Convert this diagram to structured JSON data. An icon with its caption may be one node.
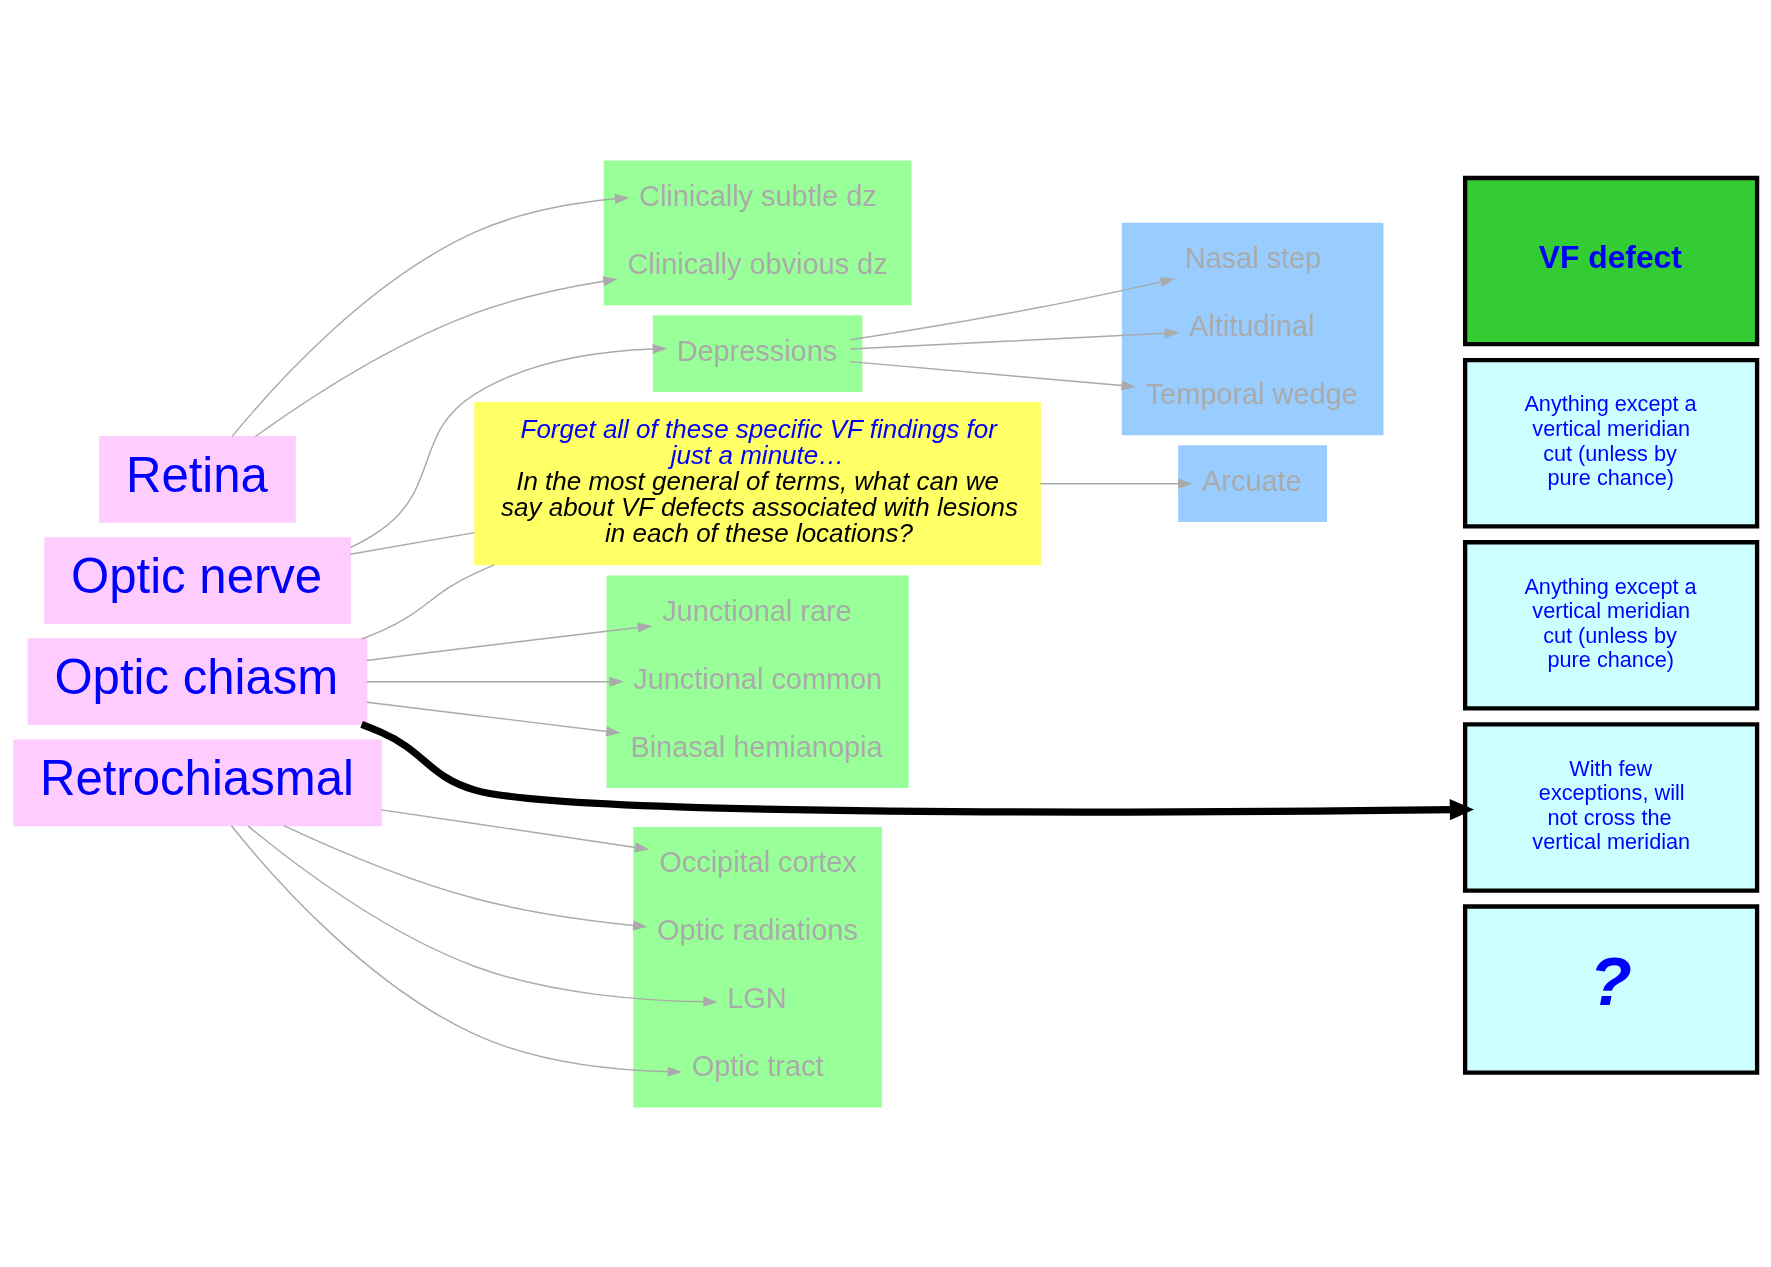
{
  "diagram": {
    "nodes": [
      {
        "text": [
          "Retina"
        ]
      },
      {
        "text": [],
        "shape": "box"
      },
      {
        "text": [
          "Clinically obvious dz"
        ],
        "in": 1
      },
      {
        "text": [
          "Clinically subtle dz"
        ],
        "in": 1
      },
      {
        "text": [
          "Optic nerve"
        ]
      },
      {
        "text": [],
        "shape": "box"
      },
      {
        "text": [
          "Depressions"
        ],
        "in": 5
      },
      {
        "text": [],
        "shape": "box"
      },
      {
        "text": [
          "Nasal step"
        ],
        "in": 7
      },
      {
        "text": [
          "Altitudinal"
        ],
        "in": 7
      },
      {
        "text": [
          "Temporal wedge"
        ],
        "in": 7
      },
      {
        "text": [],
        "shape": "box"
      },
      {
        "text": [
          "Arcuate"
        ],
        "in": 11
      },
      {
        "text": [
          "Optic chiasm"
        ]
      },
      {
        "text": [],
        "shape": "box"
      },
      {
        "text": [
          "Binasal hemianopia"
        ],
        "in": 14
      },
      {
        "text": [
          "Junctional common"
        ],
        "in": 14
      },
      {
        "text": [
          "Junctional rare"
        ],
        "in": 14
      },
      {
        "text": [
          "Retrochiasmal"
        ]
      },
      {
        "text": [],
        "shape": "box"
      },
      {
        "text": [
          "Optic tract"
        ],
        "in": 19
      },
      {
        "text": [
          "LGN"
        ],
        "in": 19
      },
      {
        "text": [
          "Optic radiations"
        ],
        "in": 19
      },
      {
        "text": [
          "Occipital cortex"
        ],
        "in": 19
      },
      {
        "text": [
          "VF defect"
        ]
      },
      {
        "text": [
          "Anything except a vertical meridian cut (unless by pure chance)"
        ]
      },
      {
        "text": [
          "Anything except a vertical meridian cut (unless by pure chance)"
        ]
      },
      {
        "text": [
          "With few exceptions, will not cross the vertical meridian"
        ]
      },
      {
        "text": [
          "?"
        ]
      },
      {
        "text": [
          "Forget all of these specific VF findings for just a minute…",
          "In the most general of terms, what can we say about VF defects associated with lesions in each of these locations?"
        ]
      }
    ],
    "edges": [
      {
        "from": 0,
        "to": 2,
        "arrow": "to"
      },
      {
        "from": 0,
        "to": 3,
        "arrow": "to"
      },
      {
        "from": 4,
        "to": 6,
        "arrow": "to"
      },
      {
        "from": 4,
        "to": 29,
        "arrow": "none"
      },
      {
        "from": 6,
        "to": 8,
        "arrow": "to"
      },
      {
        "from": 6,
        "to": 9,
        "arrow": "to"
      },
      {
        "from": 6,
        "to": 10,
        "arrow": "to"
      },
      {
        "from": 29,
        "to": 12,
        "arrow": "to"
      },
      {
        "from": 13,
        "to": 29,
        "arrow": "none"
      },
      {
        "from": 13,
        "to": 15,
        "arrow": "to"
      },
      {
        "from": 13,
        "to": 16,
        "arrow": "to"
      },
      {
        "from": 13,
        "to": 17,
        "arrow": "to"
      },
      {
        "from": 13,
        "to": 27,
        "arrow": "to",
        "style": "thick",
        "color": "#000000"
      },
      {
        "from": 18,
        "to": 20,
        "arrow": "to"
      },
      {
        "from": 18,
        "to": 21,
        "arrow": "to"
      },
      {
        "from": 18,
        "to": 22,
        "arrow": "to"
      },
      {
        "from": 18,
        "to": 23,
        "arrow": "to"
      }
    ]
  }
}
